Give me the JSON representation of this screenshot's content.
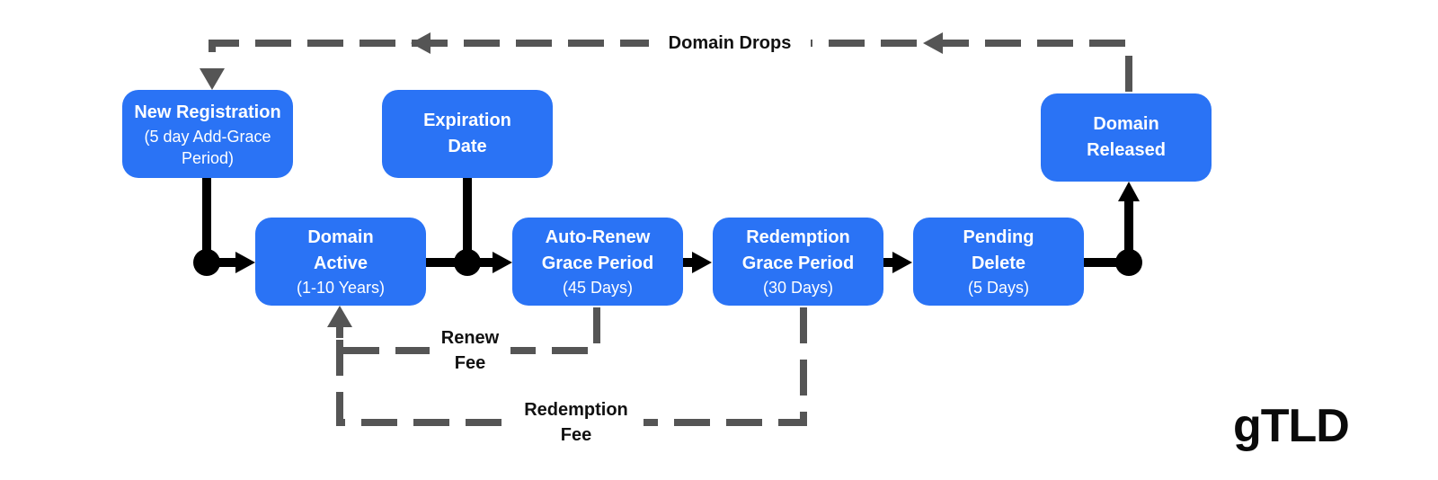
{
  "boxes": {
    "new_registration": {
      "title": "New Registration",
      "sub": "(5 day Add-Grace Period)"
    },
    "expiration_date": {
      "title": "Expiration Date"
    },
    "domain_active": {
      "title": "Domain Active",
      "sub": "(1-10 Years)"
    },
    "auto_renew": {
      "title": "Auto-Renew Grace Period",
      "sub": "(45 Days)"
    },
    "redemption": {
      "title": "Redemption Grace Period",
      "sub": "(30 Days)"
    },
    "pending_delete": {
      "title": "Pending Delete",
      "sub": "(5 Days)"
    },
    "domain_released": {
      "title": "Domain Released"
    }
  },
  "labels": {
    "domain_drops": "Domain Drops",
    "renew_fee": "Renew Fee",
    "redemption_fee": "Redemption Fee"
  },
  "brand": "gTLD",
  "colors": {
    "box": "#2a73f5",
    "solid_flow": "#000000",
    "dashed_flow": "#555555",
    "text_on_box": "#ffffff"
  }
}
